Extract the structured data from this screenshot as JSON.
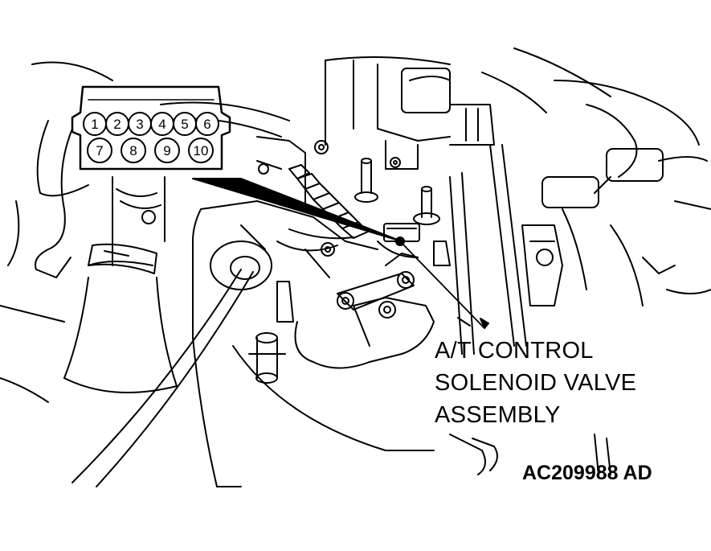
{
  "connector": {
    "pins_top": [
      "1",
      "2",
      "3",
      "4",
      "5",
      "6"
    ],
    "pins_bottom": [
      "7",
      "8",
      "9",
      "10"
    ]
  },
  "callout": {
    "line1": "A/T CONTROL",
    "line2": "SOLENOID VALVE",
    "line3": "ASSEMBLY"
  },
  "figure_code": "AC209988 AD",
  "colors": {
    "stroke": "#000000",
    "background": "#ffffff"
  }
}
